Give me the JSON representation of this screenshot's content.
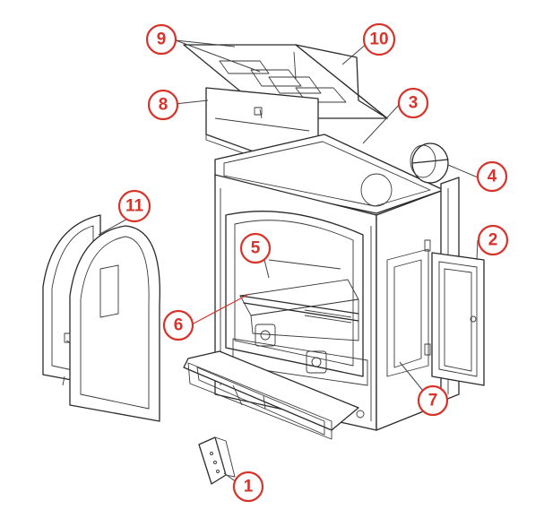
{
  "diagram": {
    "callouts": [
      {
        "id": "c1",
        "label": "1"
      },
      {
        "id": "c2",
        "label": "2"
      },
      {
        "id": "c3",
        "label": "3"
      },
      {
        "id": "c4",
        "label": "4"
      },
      {
        "id": "c5",
        "label": "5"
      },
      {
        "id": "c6",
        "label": "6"
      },
      {
        "id": "c7",
        "label": "7"
      },
      {
        "id": "c8",
        "label": "8"
      },
      {
        "id": "c9",
        "label": "9"
      },
      {
        "id": "c10",
        "label": "10"
      },
      {
        "id": "c11",
        "label": "11"
      }
    ],
    "colors": {
      "callout": "#d8332b",
      "line_art": "#2a2a2a",
      "background": "#ffffff"
    }
  }
}
